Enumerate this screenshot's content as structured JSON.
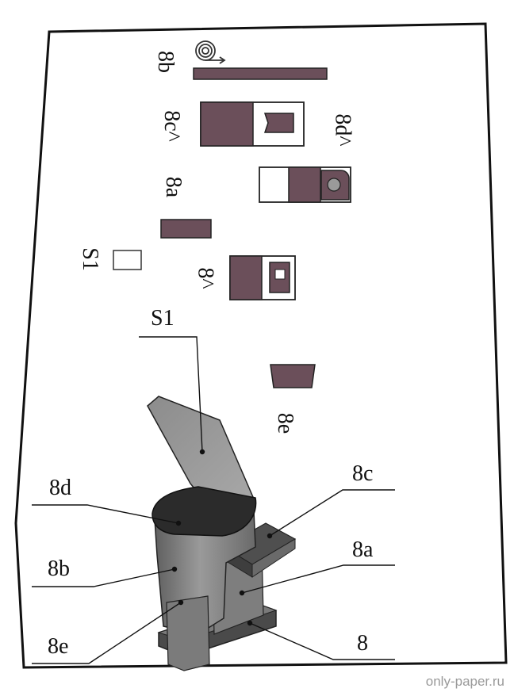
{
  "labels": {
    "top_8b": "8b",
    "top_8c": "8c^",
    "top_8d": "8d^",
    "top_8a": "8a",
    "top_s1": "S1",
    "top_8": "8^",
    "top_8e": "8e",
    "callout_s1": "S1",
    "callout_8d": "8d",
    "callout_8c": "8c",
    "callout_8b": "8b",
    "callout_8a": "8a",
    "callout_8e": "8e",
    "callout_8": "8"
  },
  "watermark": "only-paper.ru",
  "colors": {
    "part_fill": "#6b4f5a",
    "part_dark": "#5a4049",
    "model_gray": "#8a8a8a",
    "model_dark": "#3a3a3a",
    "outline": "#222222"
  },
  "icons": [
    "rolled-strip-icon"
  ]
}
